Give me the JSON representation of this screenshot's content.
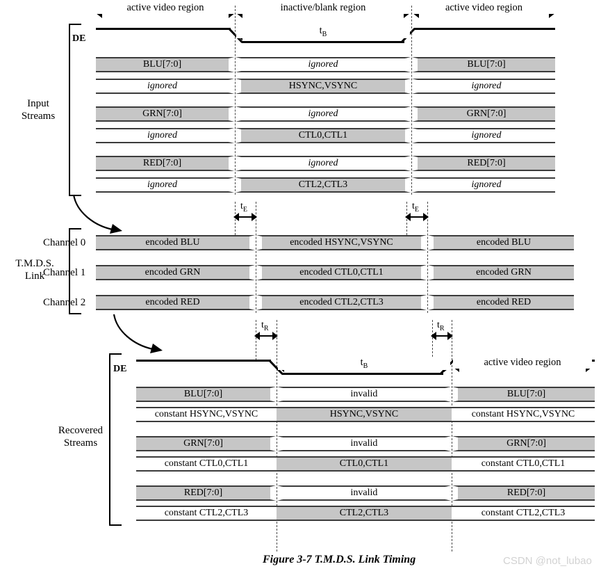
{
  "figure": {
    "caption": "Figure 3-7 T.M.D.S. Link Timing",
    "watermark": "CSDN @not_lubao"
  },
  "regions": {
    "active_left": "active video region",
    "blank": "inactive/blank region",
    "active_right": "active video region"
  },
  "timing_labels": {
    "tB": "t",
    "tB_sub": "B",
    "tE": "t",
    "tE_sub": "E",
    "tR": "t",
    "tR_sub": "R"
  },
  "sections": [
    {
      "id": "input-streams",
      "label": "Input\nStreams",
      "label_line1": "Input",
      "label_line2": "Streams",
      "de_label": "DE",
      "rows": [
        {
          "name": "blu",
          "cells": [
            {
              "text": "BLU[7:0]",
              "style": "shaded",
              "italic": false
            },
            {
              "text": "ignored",
              "style": "plain",
              "italic": true
            },
            {
              "text": "BLU[7:0]",
              "style": "shaded",
              "italic": false
            }
          ]
        },
        {
          "name": "hsync-vsync",
          "cells": [
            {
              "text": "ignored",
              "style": "plain",
              "italic": true
            },
            {
              "text": "HSYNC,VSYNC",
              "style": "shaded",
              "italic": false
            },
            {
              "text": "ignored",
              "style": "plain",
              "italic": true
            }
          ]
        },
        {
          "name": "grn",
          "cells": [
            {
              "text": "GRN[7:0]",
              "style": "shaded",
              "italic": false
            },
            {
              "text": "ignored",
              "style": "plain",
              "italic": true
            },
            {
              "text": "GRN[7:0]",
              "style": "shaded",
              "italic": false
            }
          ]
        },
        {
          "name": "ctl0-ctl1",
          "cells": [
            {
              "text": "ignored",
              "style": "plain",
              "italic": true
            },
            {
              "text": "CTL0,CTL1",
              "style": "shaded",
              "italic": false
            },
            {
              "text": "ignored",
              "style": "plain",
              "italic": true
            }
          ]
        },
        {
          "name": "red",
          "cells": [
            {
              "text": "RED[7:0]",
              "style": "shaded",
              "italic": false
            },
            {
              "text": "ignored",
              "style": "plain",
              "italic": true
            },
            {
              "text": "RED[7:0]",
              "style": "shaded",
              "italic": false
            }
          ]
        },
        {
          "name": "ctl2-ctl3",
          "cells": [
            {
              "text": "ignored",
              "style": "plain",
              "italic": true
            },
            {
              "text": "CTL2,CTL3",
              "style": "shaded",
              "italic": false
            },
            {
              "text": "ignored",
              "style": "plain",
              "italic": true
            }
          ]
        }
      ]
    },
    {
      "id": "tmds-link",
      "label_line1": "T.M.D.S.",
      "label_line2": "Link",
      "channels": [
        {
          "name": "channel-0",
          "label": "Channel 0",
          "cells": [
            {
              "text": "encoded BLU",
              "style": "shaded"
            },
            {
              "text": "encoded HSYNC,VSYNC",
              "style": "shaded"
            },
            {
              "text": "encoded BLU",
              "style": "shaded"
            }
          ]
        },
        {
          "name": "channel-1",
          "label": "Channel 1",
          "cells": [
            {
              "text": "encoded GRN",
              "style": "shaded"
            },
            {
              "text": "encoded CTL0,CTL1",
              "style": "shaded"
            },
            {
              "text": "encoded GRN",
              "style": "shaded"
            }
          ]
        },
        {
          "name": "channel-2",
          "label": "Channel 2",
          "cells": [
            {
              "text": "encoded RED",
              "style": "shaded"
            },
            {
              "text": "encoded CTL2,CTL3",
              "style": "shaded"
            },
            {
              "text": "encoded RED",
              "style": "shaded"
            }
          ]
        }
      ]
    },
    {
      "id": "recovered-streams",
      "label_line1": "Recovered",
      "label_line2": "Streams",
      "de_label": "DE",
      "active_region_right": "active video region",
      "rows": [
        {
          "name": "blu",
          "transitions": true,
          "cells": [
            {
              "text": "BLU[7:0]",
              "style": "shaded"
            },
            {
              "text": "invalid",
              "style": "plain"
            },
            {
              "text": "BLU[7:0]",
              "style": "shaded"
            }
          ]
        },
        {
          "name": "hsync-vsync",
          "transitions": false,
          "cells": [
            {
              "text": "constant HSYNC,VSYNC",
              "style": "plain"
            },
            {
              "text": "HSYNC,VSYNC",
              "style": "shaded"
            },
            {
              "text": "constant HSYNC,VSYNC",
              "style": "plain"
            }
          ]
        },
        {
          "name": "grn",
          "transitions": true,
          "cells": [
            {
              "text": "GRN[7:0]",
              "style": "shaded"
            },
            {
              "text": "invalid",
              "style": "plain"
            },
            {
              "text": "GRN[7:0]",
              "style": "shaded"
            }
          ]
        },
        {
          "name": "ctl0-ctl1",
          "transitions": false,
          "cells": [
            {
              "text": "constant CTL0,CTL1",
              "style": "plain"
            },
            {
              "text": "CTL0,CTL1",
              "style": "shaded"
            },
            {
              "text": "constant CTL0,CTL1",
              "style": "plain"
            }
          ]
        },
        {
          "name": "red",
          "transitions": true,
          "cells": [
            {
              "text": "RED[7:0]",
              "style": "shaded"
            },
            {
              "text": "invalid",
              "style": "plain"
            },
            {
              "text": "RED[7:0]",
              "style": "shaded"
            }
          ]
        },
        {
          "name": "ctl2-ctl3",
          "transitions": false,
          "cells": [
            {
              "text": "constant CTL2,CTL3",
              "style": "plain"
            },
            {
              "text": "CTL2,CTL3",
              "style": "shaded"
            },
            {
              "text": "constant CTL2,CTL3",
              "style": "plain"
            }
          ]
        }
      ]
    }
  ],
  "colors": {
    "shaded_fill": "#c6c6c6",
    "line": "#3b3b3b",
    "dashed": "#4a4a4a",
    "watermark": "#d2d2d2"
  }
}
